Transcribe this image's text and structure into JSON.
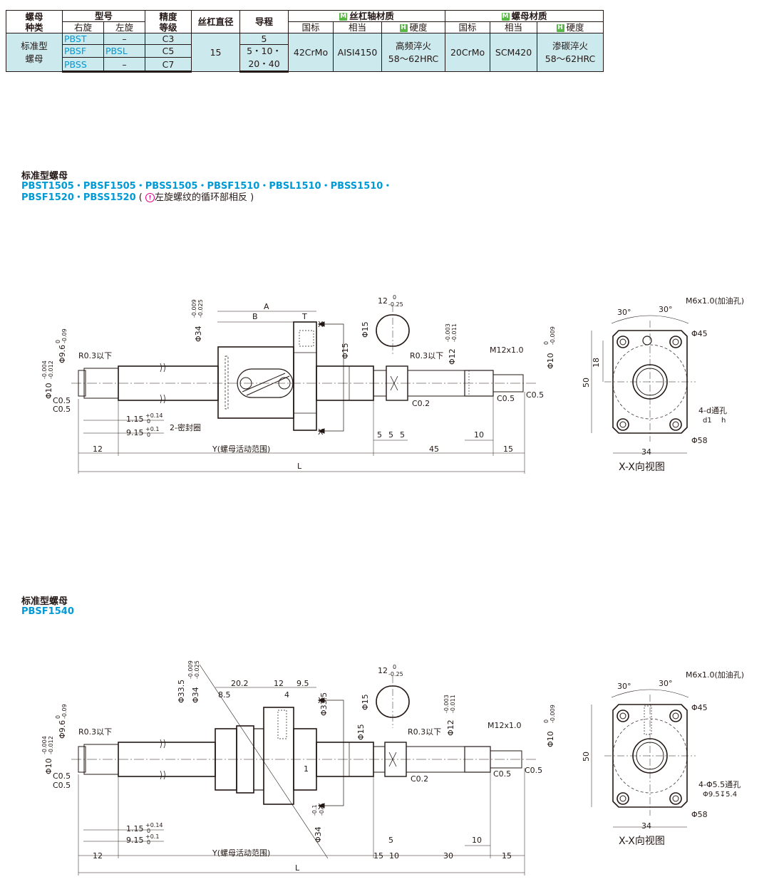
{
  "table": {
    "head": {
      "nut_type": "螺母\n种类",
      "model": "型号",
      "right_hand": "右旋",
      "left_hand": "左旋",
      "accuracy": "精度\n等级",
      "shaft_dia": "丝杠直径",
      "lead": "导程",
      "shaft_material": "丝杠轴材质",
      "nut_material": "螺母材质",
      "gb": "国标",
      "equiv": "相当",
      "hardness": "硬度",
      "badge_m": "M",
      "badge_h": "H"
    },
    "nut_type_value": "标准型\n螺母",
    "rows": [
      {
        "right": "PBST",
        "left": "–",
        "grade": "C3",
        "lead": "5"
      },
      {
        "right": "PBSF",
        "left": "PBSL",
        "grade": "C5",
        "lead": "5・10・"
      },
      {
        "right": "PBSS",
        "left": "–",
        "grade": "C7",
        "lead": "20・40"
      }
    ],
    "shaft_dia_value": "15",
    "shaft_gb": "42CrMo",
    "shaft_equiv": "AISI4150",
    "shaft_hardness": "高频淬火\n58～62HRC",
    "nut_gb": "20CrMo",
    "nut_equiv": "SCM420",
    "nut_hardness": "渗碳淬火\n58～62HRC"
  },
  "section1": {
    "title": "标准型螺母",
    "codes_line1": "PBST1505・PBSF1505・PBSS1505・PBSF1510・PBSL1510・PBSS1510・",
    "codes_line2": "PBSF1520・PBSS1520",
    "note": "左旋螺纹的循环部相反",
    "note_open": " ( ",
    "note_close": " )",
    "warn_icon": "!"
  },
  "section2": {
    "title": "标准型螺母",
    "codes": "PBSF1540"
  },
  "drawing1": {
    "A": "A",
    "B": "B",
    "T": "T",
    "phi34": "Φ34",
    "tol34a": "-0.009",
    "tol34b": "-0.025",
    "phi15a": "Φ15",
    "phi15b": "Φ15",
    "dim12": "12",
    "tol12a": "0",
    "tol12b": "-0.25",
    "phi12": "Φ12",
    "tol12c": "-0.003",
    "tol12d": "-0.011",
    "phi96": "Φ9.6",
    "tol96a": "0",
    "tol96b": "-0.09",
    "phi10": "Φ10",
    "tol10a": "-0.004",
    "tol10b": "-0.012",
    "phi10r": "Φ10",
    "tol10ra": "0",
    "tol10rb": "-0.009",
    "r03a": "R0.3以下",
    "r03b": "R0.3以下",
    "m12": "M12x1.0",
    "c05a": "C0.5",
    "c05b": "C0.5",
    "c05c": "C0.5",
    "c05d": "C0.5",
    "c02": "C0.2",
    "d115": "1.15",
    "d115t": "+0.14",
    "d115b": "0",
    "d915": "9.15",
    "d915t": "+0.1",
    "d915b": "0",
    "seal": "2-密封圈",
    "x1": "X",
    "x2": "X",
    "d5a": "5",
    "d5b": "5",
    "d5c": "5",
    "d10": "10",
    "d12": "12",
    "y": "Y(螺母活动范围)",
    "d45": "45",
    "d15": "15",
    "L": "L"
  },
  "view1": {
    "oil": "M6x1.0(加油孔)",
    "a30a": "30°",
    "a30b": "30°",
    "phi45": "Φ45",
    "h18": "18",
    "h50": "50",
    "holes": "4-d通孔",
    "cb": "d1",
    "cbh": "h",
    "phi58": "Φ58",
    "w34": "34",
    "caption": "X-X向视图"
  },
  "drawing2": {
    "phi335a": "Φ33.5",
    "phi34": "Φ34",
    "tol34a": "-0.009",
    "tol34b": "-0.025",
    "d202": "20.2",
    "d85": "8.5",
    "d12t": "12",
    "d95": "9.5",
    "d4": "4",
    "phi335b": "Φ33.5",
    "x1": "X",
    "x2": "X",
    "d1": "1",
    "phi34b": "Φ34",
    "tol34c": "-0.1",
    "tol34d": "-0.2",
    "phi15a": "Φ15",
    "phi15b": "Φ15",
    "dim12": "12",
    "tol12a": "0",
    "tol12b": "-0.25",
    "phi12": "Φ12",
    "tol12c": "-0.003",
    "tol12d": "-0.011",
    "phi96": "Φ9.6",
    "tol96a": "0",
    "tol96b": "-0.09",
    "phi10": "Φ10",
    "tol10a": "-0.004",
    "tol10b": "-0.012",
    "phi10r": "Φ10",
    "tol10ra": "0",
    "tol10rb": "-0.009",
    "r03a": "R0.3以下",
    "r03b": "R0.3以下",
    "m12": "M12x1.0",
    "c05a": "C0.5",
    "c05b": "C0.5",
    "c05c": "C0.5",
    "c02": "C0.2",
    "d115": "1.15",
    "d115t": "+0.14",
    "d115b": "0",
    "d915": "9.15",
    "d915t": "+0.1",
    "d915b": "0",
    "d5": "5",
    "d10": "10",
    "d12": "12",
    "y": "Y(螺母活动范围)",
    "d15a": "15",
    "d10b": "10",
    "d30": "30",
    "d15b": "15",
    "L": "L"
  },
  "view2": {
    "oil": "M6x1.0(加油孔)",
    "a30a": "30°",
    "a30b": "30°",
    "phi45": "Φ45",
    "h50": "50",
    "holes": "4-Φ5.5通孔",
    "cb": "Φ9.5↧5.4",
    "phi58": "Φ58",
    "w34": "34",
    "caption": "X-X向视图"
  }
}
